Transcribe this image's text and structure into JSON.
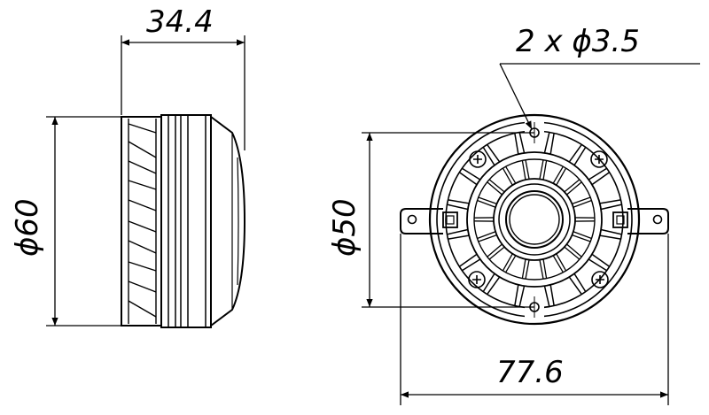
{
  "dimensions": {
    "depth": "34.4",
    "outer_diameter": "ϕ60",
    "bolt_circle_diameter": "ϕ50",
    "flange_width": "77.6",
    "mounting_holes": "2 x ϕ3.5"
  }
}
